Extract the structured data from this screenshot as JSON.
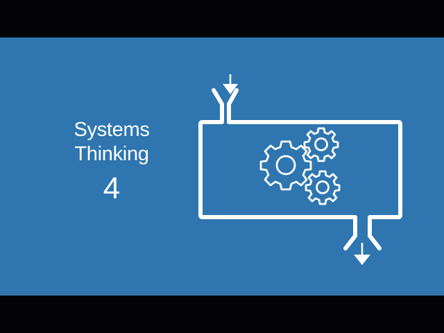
{
  "slide": {
    "background_color": "#2f76b0",
    "letterbox_color": "#030305",
    "title_line_1": "Systems",
    "title_line_2": "Thinking",
    "episode_number": "4"
  },
  "diagram": {
    "stroke_color": "#ffffff",
    "icons": [
      "input-arrow-icon",
      "funnel-inlet-icon",
      "system-box",
      "large-gear-icon",
      "small-gear-top-icon",
      "small-gear-bottom-icon",
      "funnel-outlet-icon",
      "output-arrow-icon"
    ]
  }
}
